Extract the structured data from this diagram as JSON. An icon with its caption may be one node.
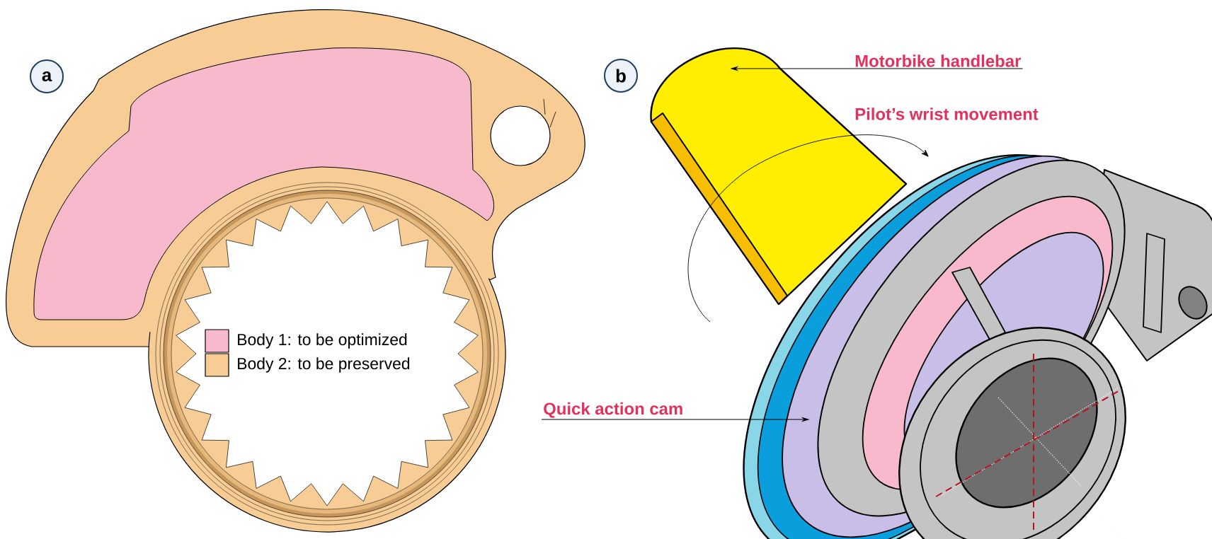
{
  "diagram": {
    "nodes": [
      {
        "text": [
          "Motorbike handlebar"
        ]
      },
      {
        "text": [],
        "shape": "cylinder"
      },
      {
        "text": [
          "Quick action cam"
        ]
      },
      {
        "text": [],
        "shape": "picture"
      }
    ],
    "edges": [
      {
        "from": 0,
        "to": 1,
        "arrow": "to"
      },
      {
        "from": 2,
        "to": 3,
        "arrow": "to"
      }
    ],
    "labels": [
      "a",
      "b",
      "Pilot’s wrist movement"
    ],
    "legend": [
      {
        "text": "Body 1: to be optimized",
        "color": "#f9b9cc"
      },
      {
        "text": "Body 2: to be preserved",
        "color": "#f8cd95"
      }
    ]
  }
}
